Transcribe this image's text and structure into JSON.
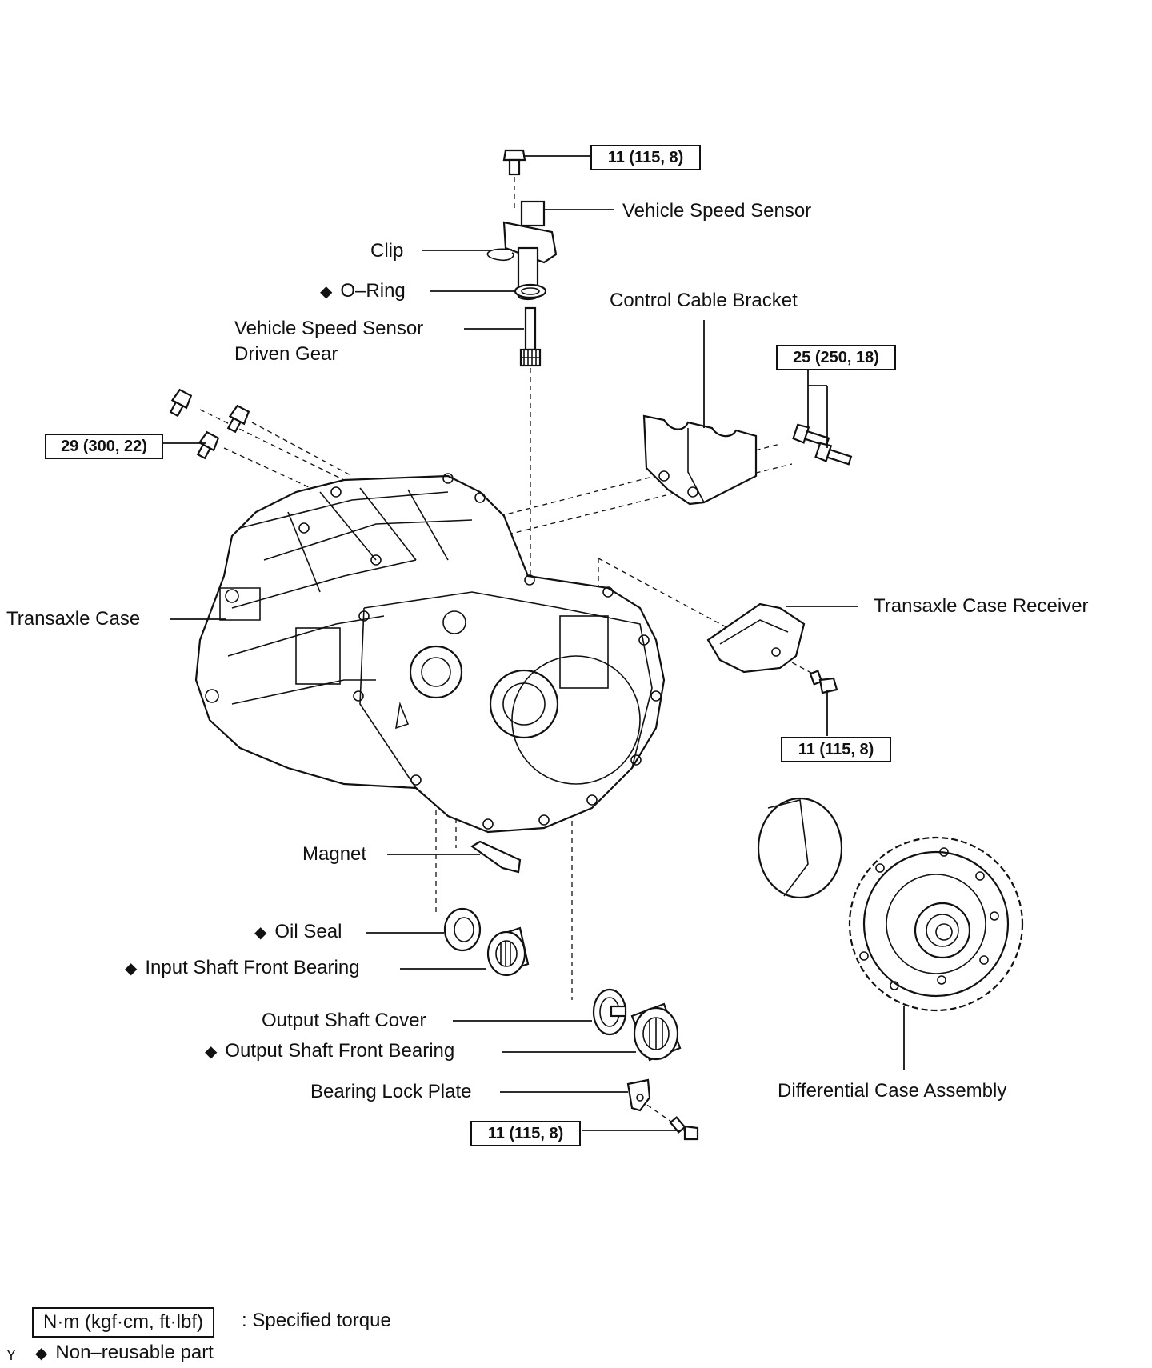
{
  "labels": {
    "vehicle_speed_sensor": "Vehicle Speed Sensor",
    "clip": "Clip",
    "o_ring": "O–Ring",
    "driven_gear_line1": "Vehicle Speed Sensor",
    "driven_gear_line2": "Driven Gear",
    "control_cable_bracket": "Control Cable Bracket",
    "transaxle_case": "Transaxle Case",
    "transaxle_case_receiver": "Transaxle Case Receiver",
    "magnet": "Magnet",
    "oil_seal": "Oil Seal",
    "input_shaft_front_bearing": "Input Shaft Front Bearing",
    "output_shaft_cover": "Output Shaft Cover",
    "output_shaft_front_bearing": "Output Shaft Front Bearing",
    "bearing_lock_plate": "Bearing Lock Plate",
    "differential_case_assembly": "Differential Case Assembly"
  },
  "torques": {
    "sensor_bolt": "11 (115, 8)",
    "bracket_bolts": "25 (250, 18)",
    "case_bolts": "29 (300, 22)",
    "receiver_bolt": "11 (115, 8)",
    "lock_plate_bolt": "11 (115, 8)"
  },
  "legend": {
    "torque_unit": "N·m (kgf·cm, ft·lbf)",
    "torque_desc": ": Specified torque",
    "nonreusable_symbol": "◆",
    "nonreusable_desc": "Non–reusable part"
  },
  "corner_mark": "Y"
}
